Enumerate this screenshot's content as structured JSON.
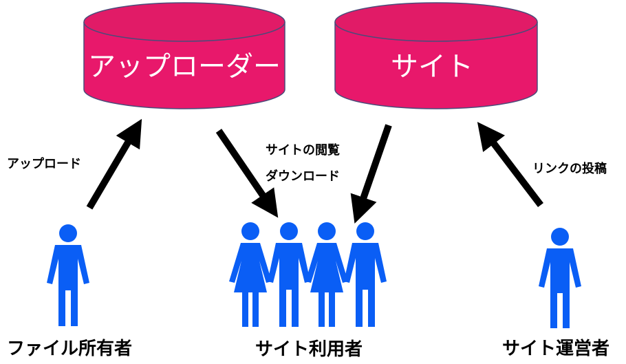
{
  "nodes": {
    "uploader": {
      "label": "アップローダー"
    },
    "site": {
      "label": "サイト"
    }
  },
  "edges": {
    "upload": {
      "label": "アップロード"
    },
    "browse": {
      "line1": "サイトの閲覧",
      "line2": "ダウンロード"
    },
    "post_link": {
      "label": "リンクの投稿"
    }
  },
  "actors": {
    "file_owner": {
      "label": "ファイル所有者"
    },
    "site_users": {
      "label": "サイト利用者"
    },
    "site_operator": {
      "label": "サイト運営者"
    }
  },
  "colors": {
    "cylinder": "#e8186b",
    "cylinder_top": "#e11b67",
    "cylinder_stroke": "#4b4b7a",
    "person": "#0a5ef5",
    "arrow": "#000000"
  }
}
